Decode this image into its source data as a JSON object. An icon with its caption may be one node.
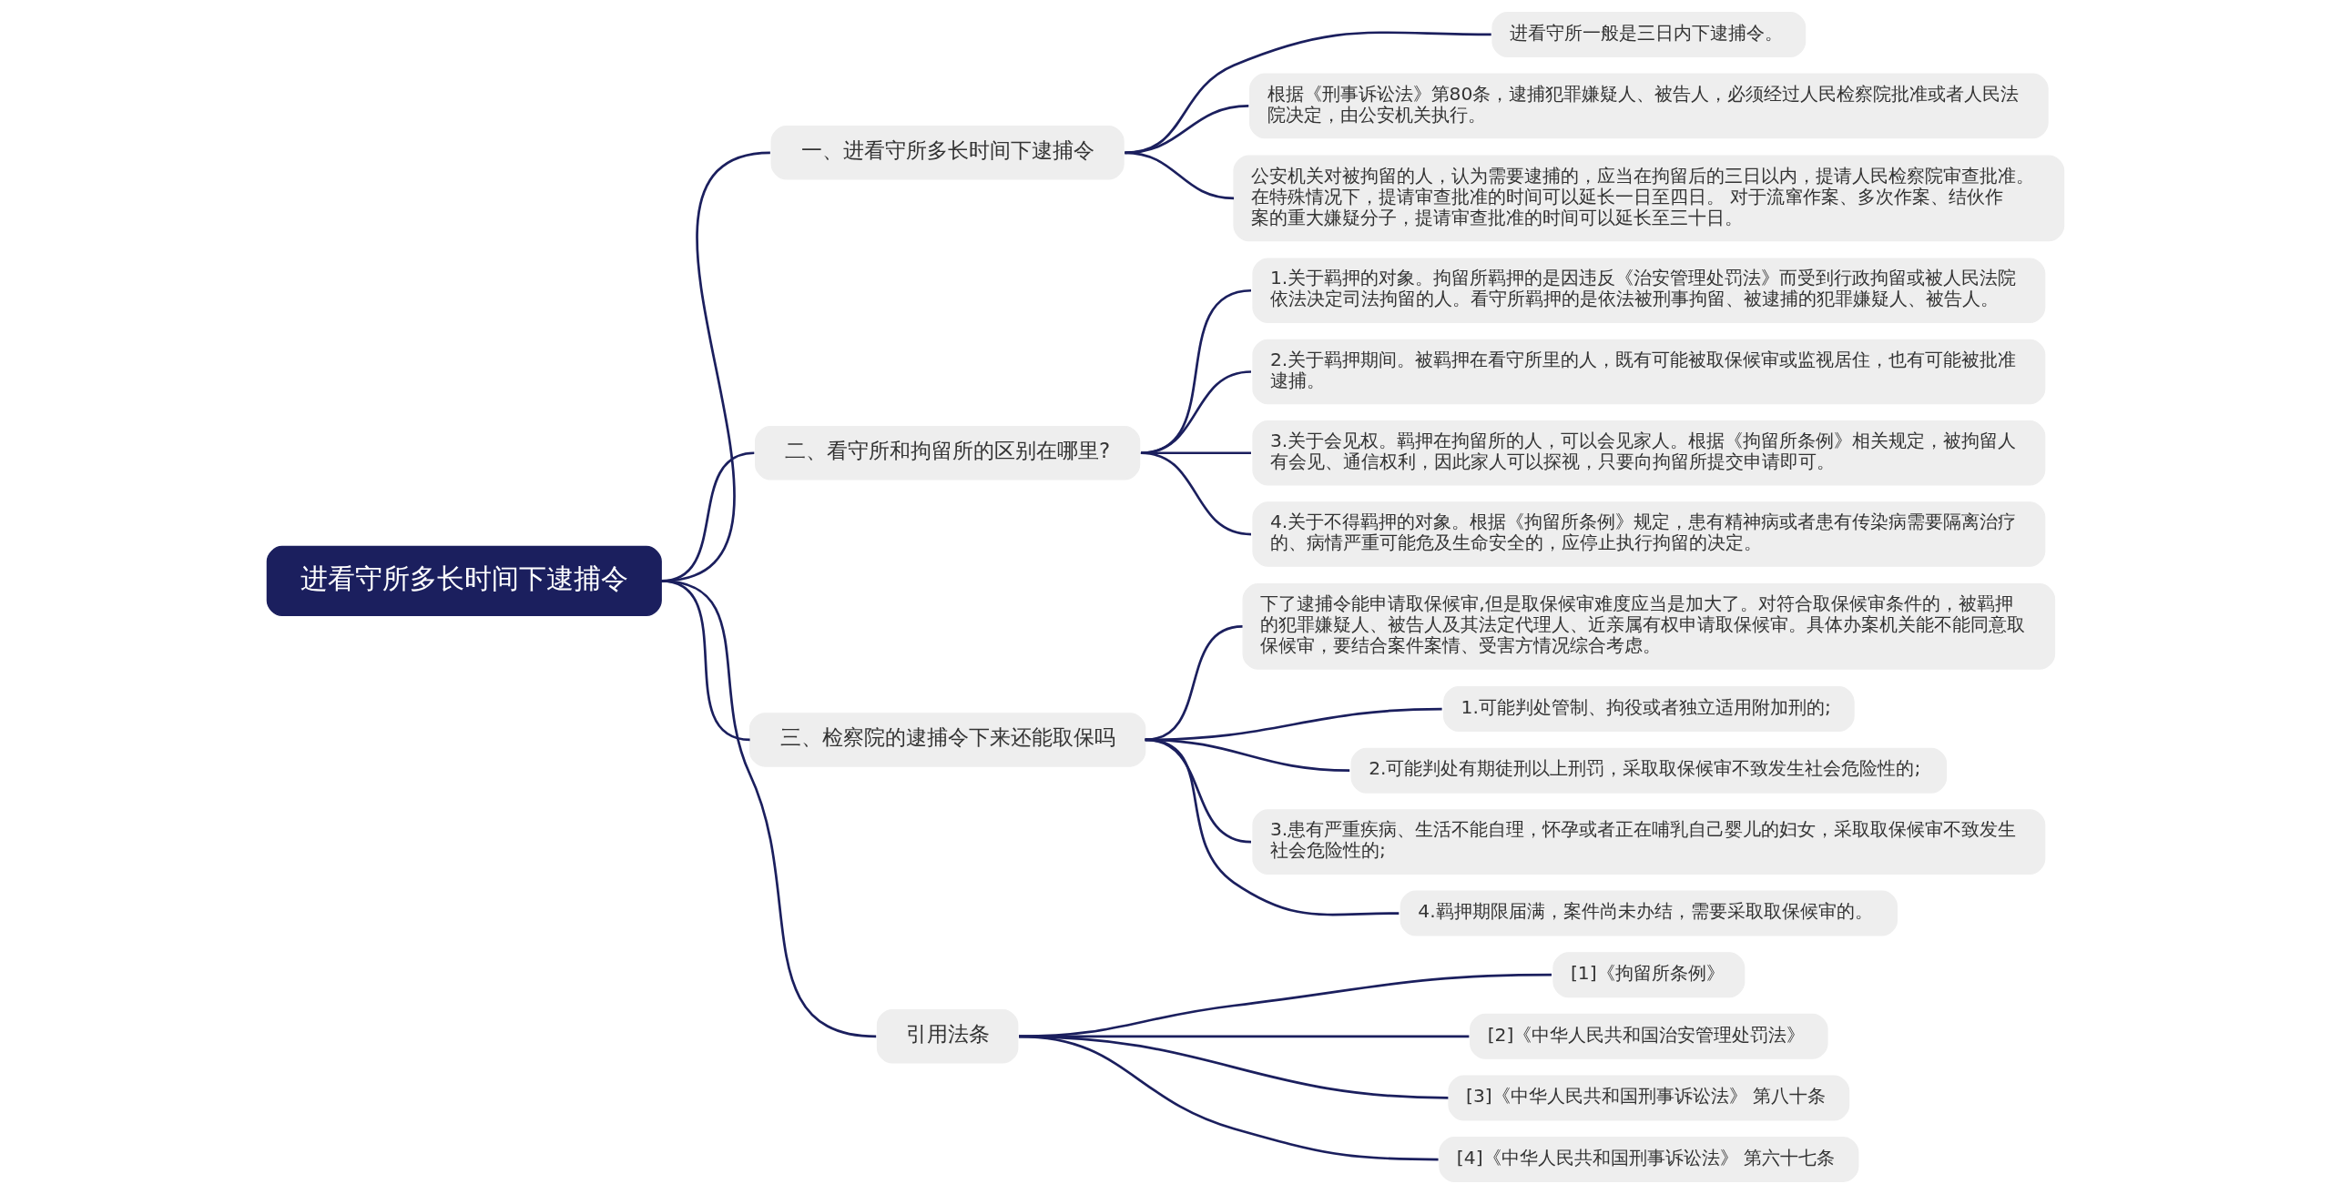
{
  "diagram": {
    "nodes": [
      {
        "text": [
          "进看守所多长时间下逮捕令"
        ]
      },
      {
        "text": [
          "一、进看守所多长时间下逮捕令"
        ]
      },
      {
        "text": [
          "进看守所一般是三日内下逮捕令。"
        ]
      },
      {
        "text": [
          "根据《刑事诉讼法》第80条，逮捕犯罪嫌疑人、被告人，必须经过人民检察院批准或者人民法院决定，由公安机关执行。"
        ]
      },
      {
        "text": [
          "公安机关对被拘留的人，认为需要逮捕的，应当在拘留后的三日以内，提请人民检察院审查批准。在特殊情况下，提请审查批准的时间可以延长一日至四日。 对于流窜作案、多次作案、结伙作案的重大嫌疑分子，提请审查批准的时间可以延长至三十日。"
        ]
      },
      {
        "text": [
          "二、看守所和拘留所的区别在哪里?"
        ]
      },
      {
        "text": [
          "1.关于羁押的对象。拘留所羁押的是因违反《治安管理处罚法》而受到行政拘留或被人民法院依法决定司法拘留的人。看守所羁押的是依法被刑事拘留、被逮捕的犯罪嫌疑人、被告人。"
        ]
      },
      {
        "text": [
          "2.关于羁押期间。被羁押在看守所里的人，既有可能被取保候审或监视居住，也有可能被批准逮捕。"
        ]
      },
      {
        "text": [
          "3.关于会见权。羁押在拘留所的人，可以会见家人。根据《拘留所条例》相关规定，被拘留人有会见、通信权利，因此家人可以探视，只要向拘留所提交申请即可。"
        ]
      },
      {
        "text": [
          "4.关于不得羁押的对象。根据《拘留所条例》规定，患有精神病或者患有传染病需要隔离治疗的、病情严重可能危及生命安全的，应停止执行拘留的决定。"
        ]
      },
      {
        "text": [
          "三、检察院的逮捕令下来还能取保吗"
        ]
      },
      {
        "text": [
          "下了逮捕令能申请取保候审,但是取保候审难度应当是加大了。对符合取保候审条件的，被羁押的犯罪嫌疑人、被告人及其法定代理人、近亲属有权申请取保候审。具体办案机关能不能同意取保候审，要结合案件案情、受害方情况综合考虑。"
        ]
      },
      {
        "text": [
          "1.可能判处管制、拘役或者独立适用附加刑的;"
        ]
      },
      {
        "text": [
          "2.可能判处有期徒刑以上刑罚，采取取保候审不致发生社会危险性的;"
        ]
      },
      {
        "text": [
          "3.患有严重疾病、生活不能自理，怀孕或者正在哺乳自己婴儿的妇女，采取取保候审不致发生社会危险性的;"
        ]
      },
      {
        "text": [
          "4.羁押期限届满，案件尚未办结，需要采取取保候审的。"
        ]
      },
      {
        "text": [
          "引用法条"
        ]
      },
      {
        "text": [
          "[1]《拘留所条例》"
        ]
      },
      {
        "text": [
          "[2]《中华人民共和国治安管理处罚法》"
        ]
      },
      {
        "text": [
          "[3]《中华人民共和国刑事诉讼法》 第八十条"
        ]
      },
      {
        "text": [
          "[4]《中华人民共和国刑事诉讼法》 第六十七条"
        ]
      }
    ],
    "edges": [
      {
        "from": 0,
        "to": 1,
        "arrow": "none"
      },
      {
        "from": 1,
        "to": 2,
        "arrow": "none"
      },
      {
        "from": 1,
        "to": 3,
        "arrow": "none"
      },
      {
        "from": 1,
        "to": 4,
        "arrow": "none"
      },
      {
        "from": 0,
        "to": 5,
        "arrow": "none"
      },
      {
        "from": 5,
        "to": 6,
        "arrow": "none"
      },
      {
        "from": 5,
        "to": 7,
        "arrow": "none"
      },
      {
        "from": 5,
        "to": 8,
        "arrow": "none"
      },
      {
        "from": 5,
        "to": 9,
        "arrow": "none"
      },
      {
        "from": 0,
        "to": 10,
        "arrow": "none"
      },
      {
        "from": 10,
        "to": 11,
        "arrow": "none"
      },
      {
        "from": 10,
        "to": 12,
        "arrow": "none"
      },
      {
        "from": 10,
        "to": 13,
        "arrow": "none"
      },
      {
        "from": 10,
        "to": 14,
        "arrow": "none"
      },
      {
        "from": 10,
        "to": 15,
        "arrow": "none"
      },
      {
        "from": 0,
        "to": 16,
        "arrow": "none"
      },
      {
        "from": 16,
        "to": 17,
        "arrow": "none"
      },
      {
        "from": 16,
        "to": 18,
        "arrow": "none"
      },
      {
        "from": 16,
        "to": 19,
        "arrow": "none"
      },
      {
        "from": 16,
        "to": 20,
        "arrow": "none"
      }
    ]
  }
}
